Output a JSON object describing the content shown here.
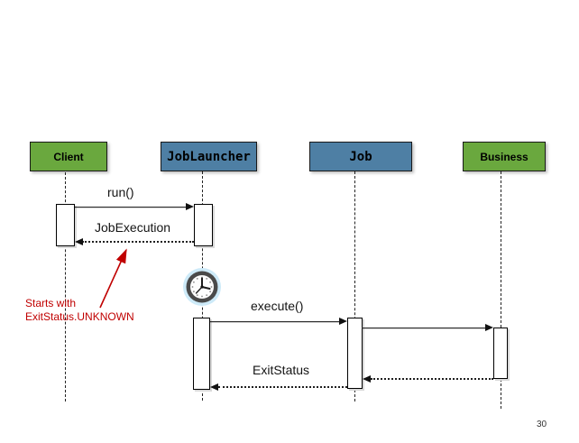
{
  "page": {
    "background": "#ffffff",
    "page_number": "30"
  },
  "diagram": {
    "type": "uml-sequence-diagram",
    "participants": [
      {
        "id": "client",
        "label": "Client",
        "fill": "#6aa83e",
        "text_color": "#000000"
      },
      {
        "id": "joblauncher",
        "label": "JobLauncher",
        "fill": "#4e7fa4",
        "text_color": "#000000"
      },
      {
        "id": "job",
        "label": "Job",
        "fill": "#4e7fa4",
        "text_color": "#000000"
      },
      {
        "id": "business",
        "label": "Business",
        "fill": "#6aa83e",
        "text_color": "#000000"
      }
    ],
    "messages": [
      {
        "label": "run()",
        "from": "Client",
        "to": "JobLauncher",
        "kind": "call"
      },
      {
        "label": "JobExecution",
        "from": "JobLauncher",
        "to": "Client",
        "kind": "return"
      },
      {
        "label": "execute()",
        "from": "JobLauncher",
        "to": "Job",
        "kind": "call"
      },
      {
        "label": "",
        "from": "Job",
        "to": "Business",
        "kind": "call"
      },
      {
        "label": "",
        "from": "Business",
        "to": "Job",
        "kind": "return"
      },
      {
        "label": "ExitStatus",
        "from": "Job",
        "to": "JobLauncher",
        "kind": "return"
      }
    ],
    "annotation": {
      "text_line1": "Starts with",
      "text_line2": "ExitStatus.UNKNOWN",
      "color": "#c00000",
      "points_to": "JobExecution return message"
    },
    "icons": {
      "clock": "clock-icon"
    }
  }
}
